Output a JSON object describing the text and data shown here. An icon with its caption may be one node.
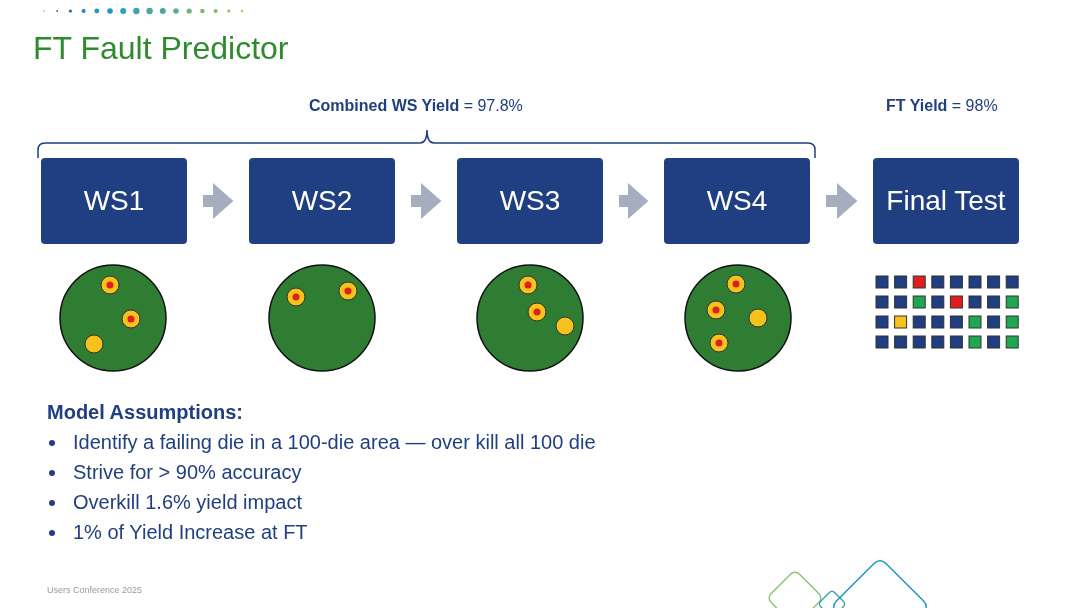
{
  "diagram": {
    "title": "FT Fault Predictor",
    "nodes": [
      {
        "text": [
          "WS1"
        ]
      },
      {
        "text": [
          "WS2"
        ]
      },
      {
        "text": [
          "WS3"
        ]
      },
      {
        "text": [
          "WS4"
        ]
      },
      {
        "text": [
          "Final Test"
        ]
      }
    ],
    "edges": [
      {
        "from": 0,
        "to": 1,
        "arrow": "to"
      },
      {
        "from": 1,
        "to": 2,
        "arrow": "to"
      },
      {
        "from": 2,
        "to": 3,
        "arrow": "to"
      },
      {
        "from": 3,
        "to": 4,
        "arrow": "to"
      }
    ],
    "labels": [
      "**Combined WS Yield** = 97.8%",
      "**FT Yield** = 98%",
      "Model Assumptions:",
      "Identify a failing die in a 100-die area — over kill all 100 die",
      "Strive for > 90% accuracy",
      "Overkill 1.6% yield impact",
      "1% of Yield Increase at FT",
      "Users Conference 2025"
    ]
  }
}
